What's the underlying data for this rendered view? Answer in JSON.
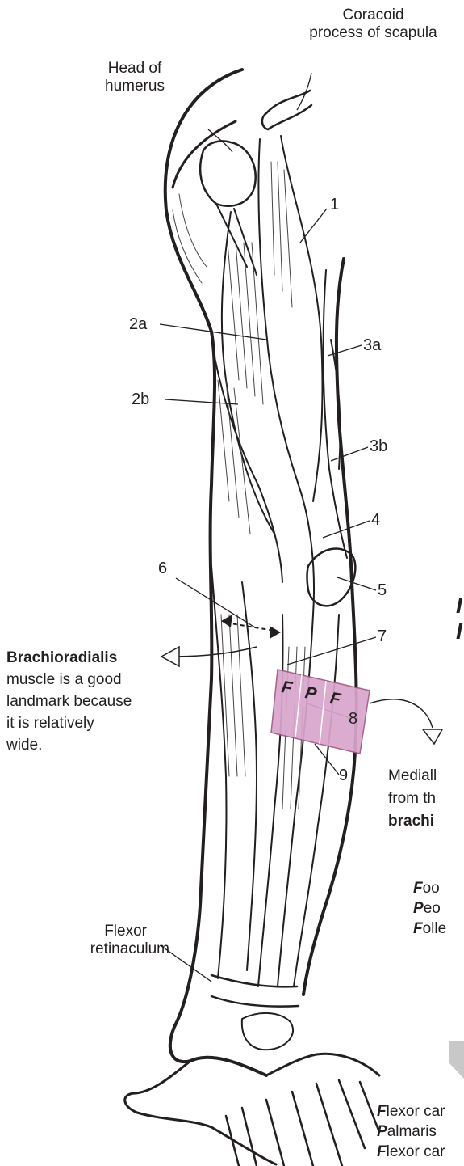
{
  "labels": {
    "coracoid": [
      "Coracoid",
      "process of scapula"
    ],
    "head_humerus": [
      "Head of",
      "humerus"
    ],
    "flexor_retinaculum": [
      "Flexor",
      "retinaculum"
    ],
    "brachioradialis_title": "Brachioradialis",
    "brachioradialis_text": [
      "muscle is a good",
      "landmark because",
      "it is relatively",
      "wide."
    ],
    "medial_text": [
      "Mediall",
      "from th",
      "brachi"
    ],
    "band_letters": [
      "F",
      "P",
      "F"
    ]
  },
  "numbers": {
    "n1": "1",
    "n2a": "2a",
    "n2b": "2b",
    "n3a": "3a",
    "n3b": "3b",
    "n4": "4",
    "n5": "5",
    "n6": "6",
    "n7": "7",
    "n8": "8",
    "n9": "9"
  },
  "mnemonic_first": [
    {
      "initial": "F",
      "rest": "oo"
    },
    {
      "initial": "P",
      "rest": "eo"
    },
    {
      "initial": "F",
      "rest": "olle"
    }
  ],
  "mnemonic_second": [
    {
      "initial": "F",
      "rest": "lexor car"
    },
    {
      "initial": "P",
      "rest": "almaris"
    },
    {
      "initial": "F",
      "rest": "lexor car"
    }
  ],
  "colors": {
    "ink": "#231f20",
    "band_fill": "#d9a6cc",
    "band_stroke": "#a0567f",
    "arrow_gray": "#c8c8c8"
  }
}
